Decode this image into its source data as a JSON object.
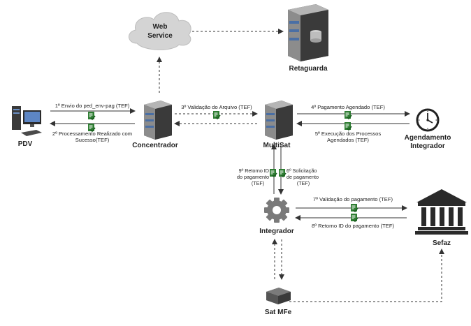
{
  "nodes": {
    "pdv": "PDV",
    "concentrador": "Concentrador",
    "web_service": [
      "Web",
      "Service"
    ],
    "retaguarda": "Retaguarda",
    "multisat": "MultiSat",
    "agendamento": [
      "Agendamento",
      "Integrador"
    ],
    "integrador": "Integrador",
    "sefaz": "Sefaz",
    "sat_mfe": "Sat MFe"
  },
  "edges": {
    "e1": "1º Envio do ped_env-pag (TEF)",
    "e2": [
      "2º Processamento Realizado com",
      "Sucesso(TEF)"
    ],
    "e3": "3º Validação do Arquivo (TEF)",
    "e4": "4º Pagamento Agendado (TEF)",
    "e5": [
      "5º Execução dos Processos",
      "Agendados (TEF)"
    ],
    "e6": [
      "6º Solicitação",
      "de pagamento",
      "(TEF)"
    ],
    "e7": "7º Validação do pagamento (TEF)",
    "e8": "8º Retorno ID do pagamento (TEF)",
    "e9": [
      "9º Retorno ID",
      "do pagamento",
      "(TEF)"
    ]
  },
  "colors": {
    "arrow": "#333333",
    "doc_icon": "#2e7d32",
    "server_dark": "#3a3a3a",
    "server_stripe": "#4a6fa5",
    "cloud": "#d4d4d4"
  }
}
